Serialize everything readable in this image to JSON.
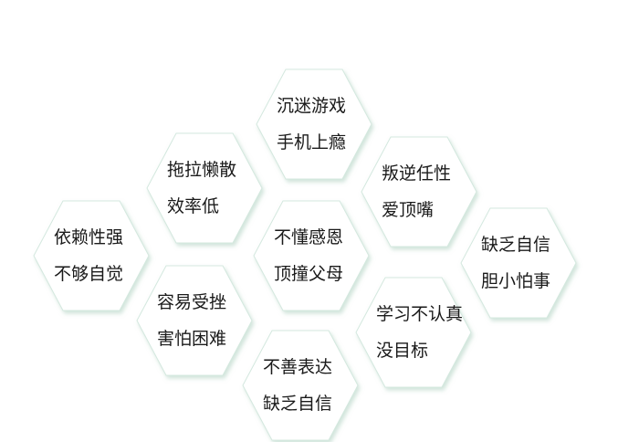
{
  "hexagons": [
    {
      "line1": "沉迷游戏",
      "line2": "手机上瘾"
    },
    {
      "line1": "拖拉懒散",
      "line2": "效率低"
    },
    {
      "line1": "叛逆任性",
      "line2": "爱顶嘴"
    },
    {
      "line1": "依赖性强",
      "line2": "不够自觉"
    },
    {
      "line1": "不懂感恩",
      "line2": "顶撞父母"
    },
    {
      "line1": "缺乏自信",
      "line2": "胆小怕事"
    },
    {
      "line1": "容易受挫",
      "line2": "害怕困难"
    },
    {
      "line1": "学习不认真",
      "line2": "没目标"
    },
    {
      "line1": "不善表达",
      "line2": "缺乏自信"
    }
  ],
  "colors": {
    "text": "#1a1a1a",
    "shadow": "#cfe5da",
    "fill": "#ffffff"
  }
}
